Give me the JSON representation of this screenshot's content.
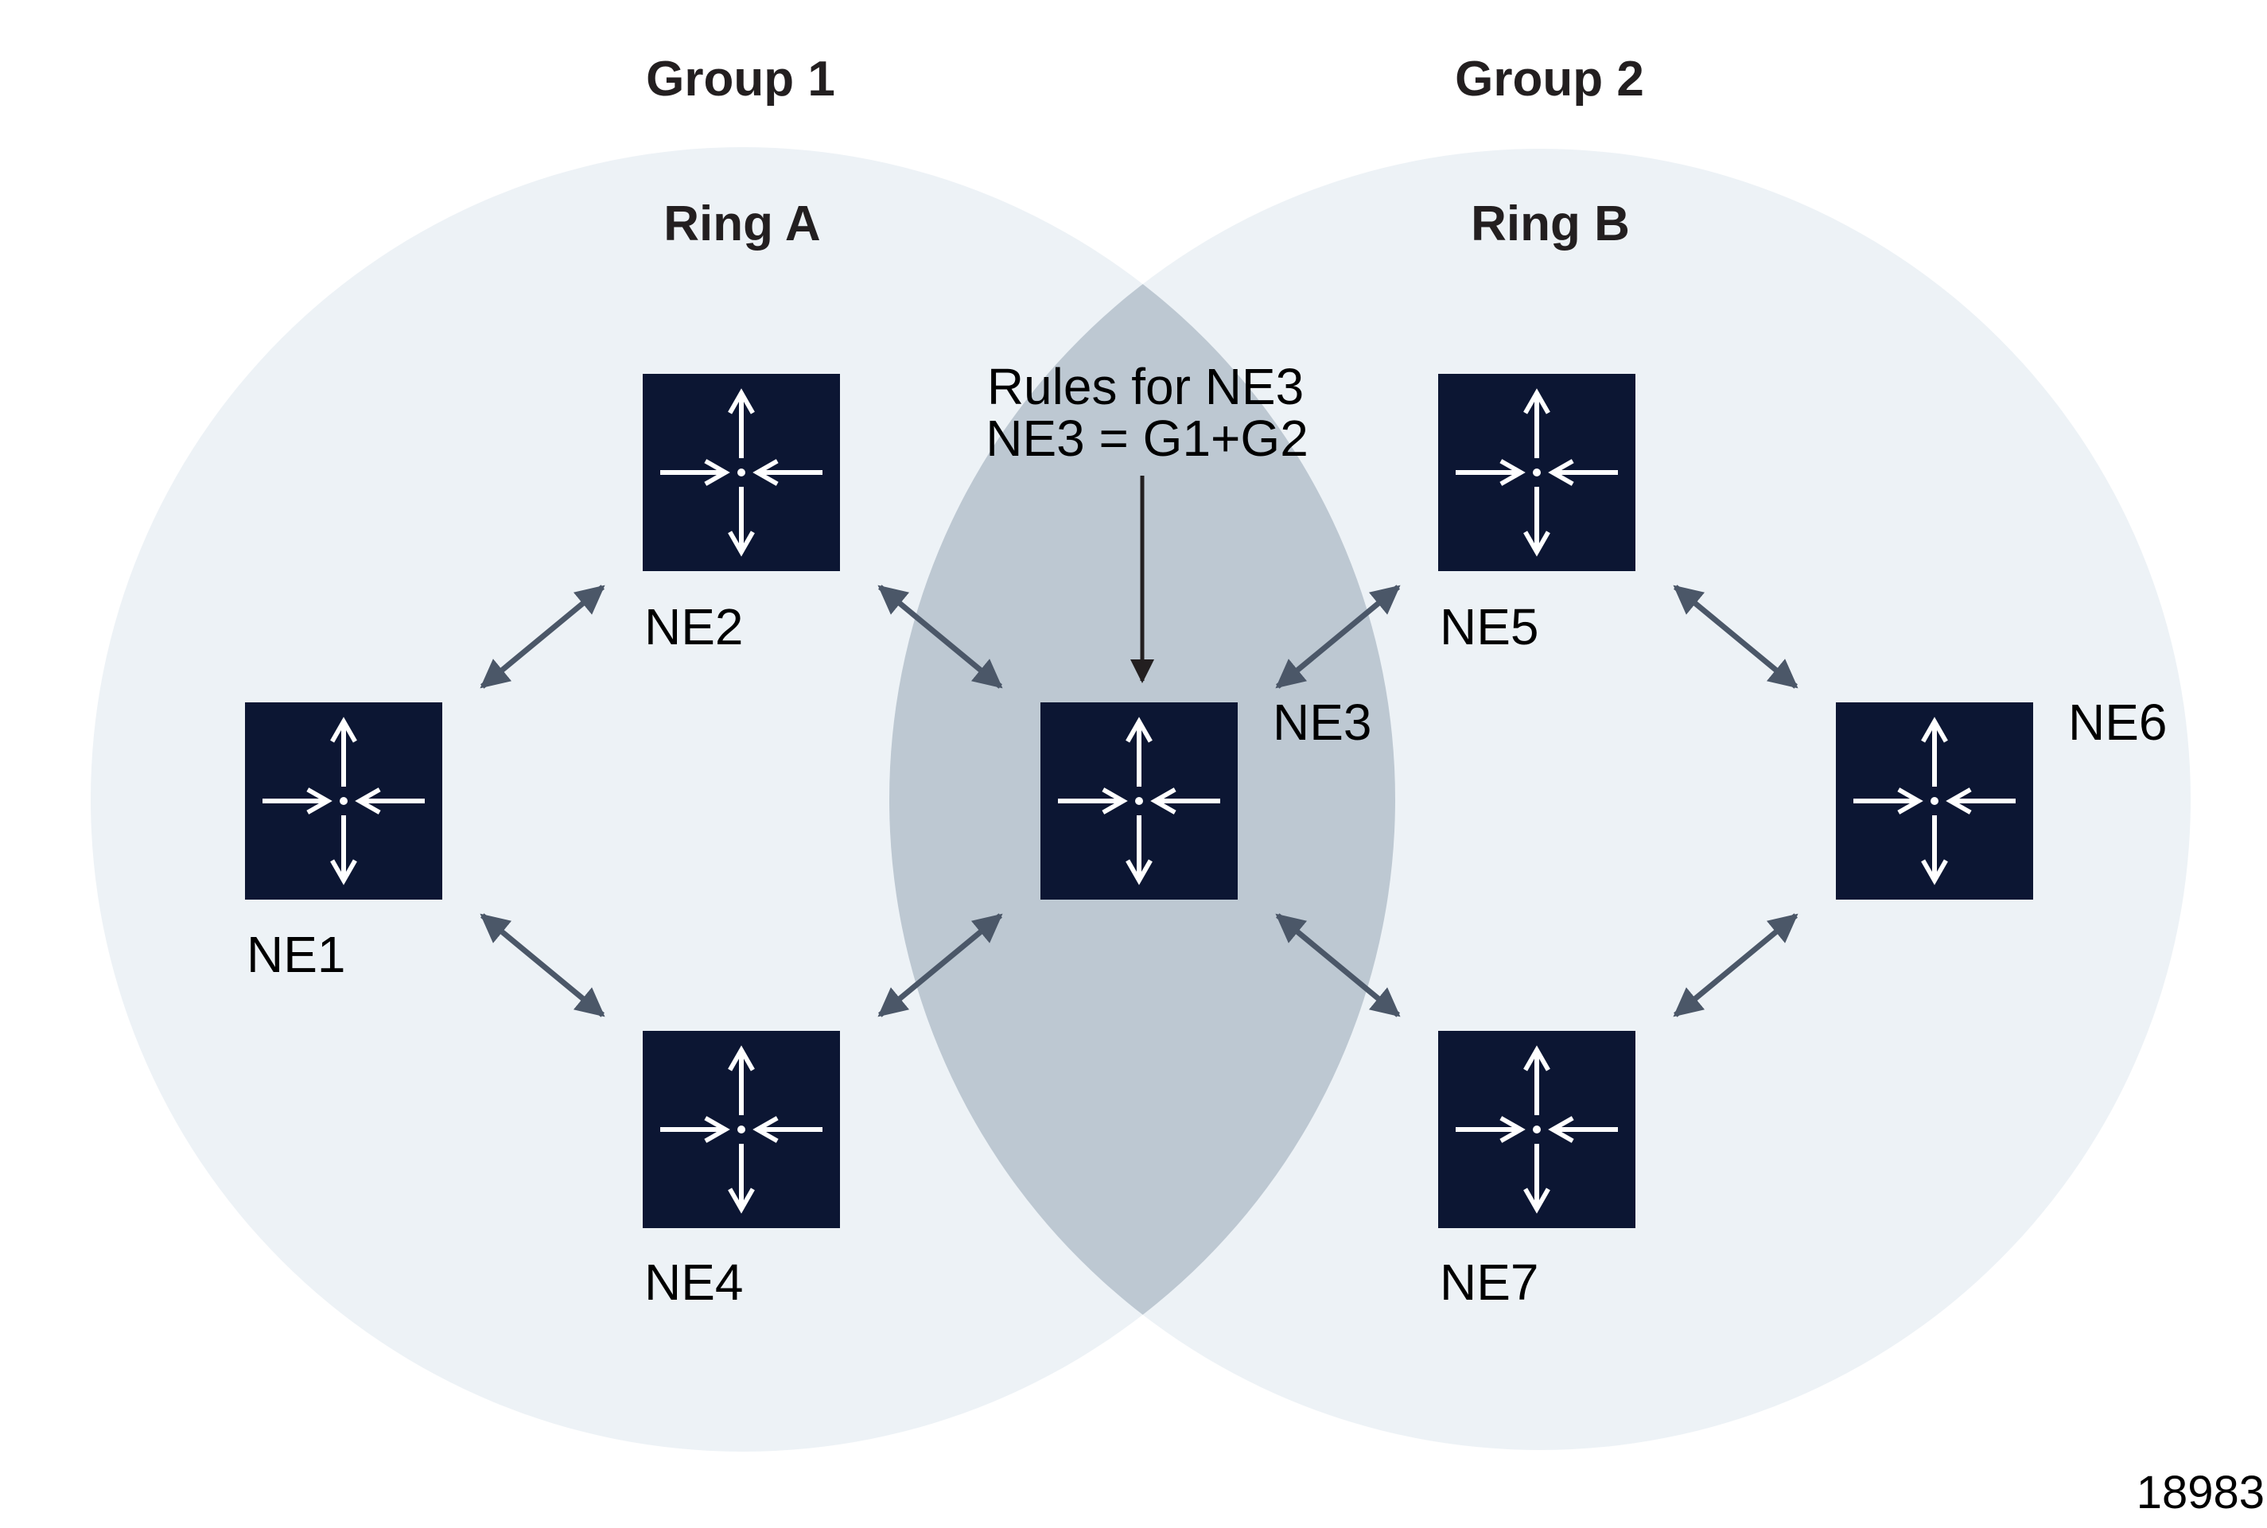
{
  "groups": [
    {
      "title": "Group 1",
      "ring": "Ring A"
    },
    {
      "title": "Group 2",
      "ring": "Ring B"
    }
  ],
  "nodes": [
    {
      "id": "NE1",
      "label": "NE1"
    },
    {
      "id": "NE2",
      "label": "NE2"
    },
    {
      "id": "NE3",
      "label": "NE3"
    },
    {
      "id": "NE4",
      "label": "NE4"
    },
    {
      "id": "NE5",
      "label": "NE5"
    },
    {
      "id": "NE6",
      "label": "NE6"
    },
    {
      "id": "NE7",
      "label": "NE7"
    }
  ],
  "links": [
    [
      "NE1",
      "NE2"
    ],
    [
      "NE1",
      "NE4"
    ],
    [
      "NE2",
      "NE3"
    ],
    [
      "NE4",
      "NE3"
    ],
    [
      "NE3",
      "NE5"
    ],
    [
      "NE3",
      "NE7"
    ],
    [
      "NE5",
      "NE6"
    ],
    [
      "NE7",
      "NE6"
    ]
  ],
  "callout": {
    "lines": [
      "Rules for NE3",
      "NE3 = G1+G2"
    ],
    "target": "NE3"
  },
  "figure_id": "18983",
  "colors": {
    "circle_fill": "#edf2f6",
    "overlap_fill": "#bdc8d2",
    "node_fill": "#0c1633",
    "node_icon": "#ffffff",
    "link": "#4b5768",
    "callout_arrow": "#231f20"
  }
}
